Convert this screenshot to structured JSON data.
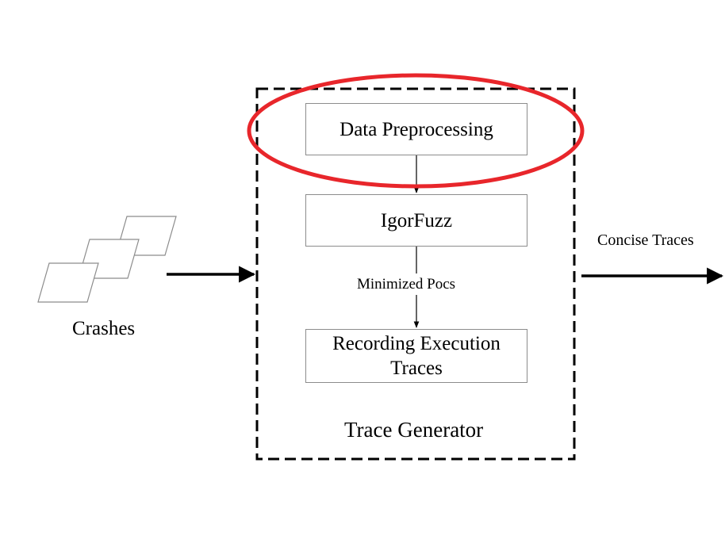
{
  "diagram": {
    "input_label": "Crashes",
    "container_label": "Trace Generator",
    "steps": [
      {
        "label": "Data Preprocessing",
        "highlighted": true
      },
      {
        "label": "IgorFuzz"
      },
      {
        "label_line1": "Recording Execution",
        "label_line2": "Traces"
      }
    ],
    "edge_label": "Minimized Pocs",
    "output_label": "Concise Traces"
  },
  "colors": {
    "highlight_ellipse": "#e8262b",
    "box_border": "#8c8c8c",
    "line": "#000000"
  }
}
